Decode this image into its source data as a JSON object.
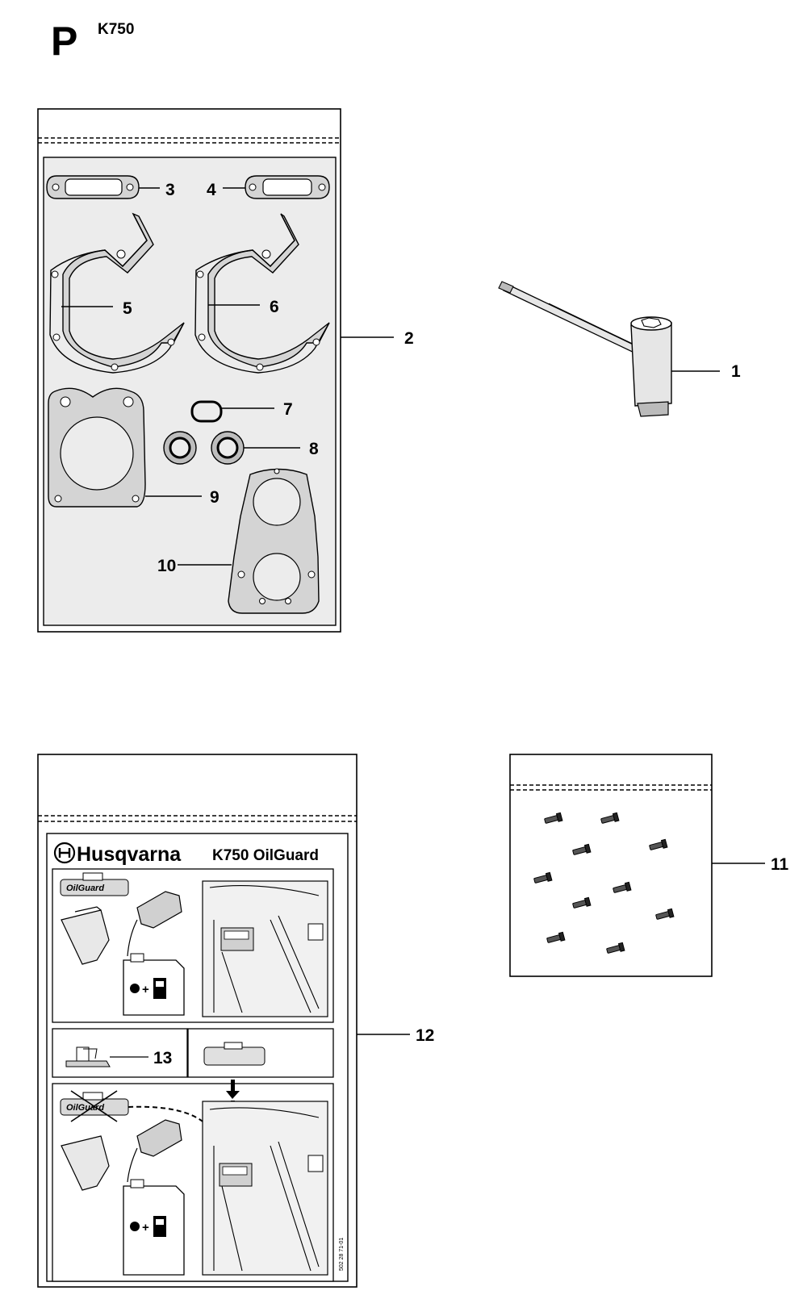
{
  "header": {
    "page_letter": "P",
    "model": "K750"
  },
  "callouts": {
    "c1": "1",
    "c2": "2",
    "c3": "3",
    "c4": "4",
    "c5": "5",
    "c6": "6",
    "c7": "7",
    "c8": "8",
    "c9": "9",
    "c10": "10",
    "c11": "11",
    "c12": "12",
    "c13": "13"
  },
  "decal": {
    "brand": "Husqvarna",
    "product": "K750 OilGuard",
    "oilguard_label": "OilGuard",
    "part_number": "502 28 71-01"
  }
}
